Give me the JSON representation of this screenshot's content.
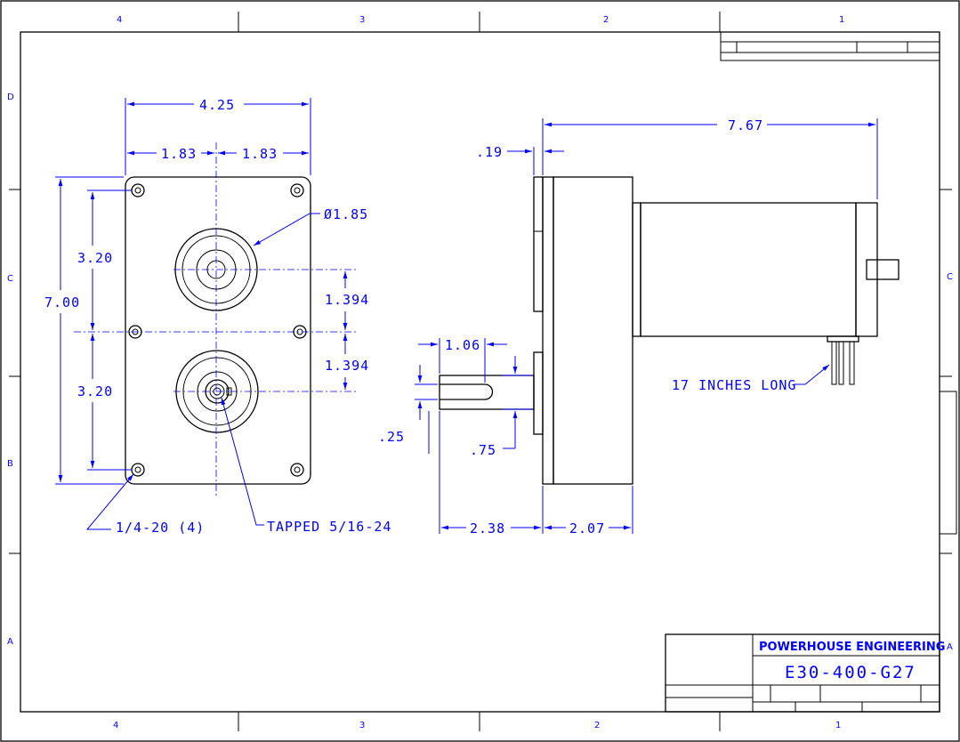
{
  "zones": {
    "top": [
      "4",
      "3",
      "2",
      "1"
    ],
    "bottom": [
      "4",
      "3",
      "2",
      "1"
    ],
    "left": [
      "D",
      "C",
      "B",
      "A"
    ],
    "right": [
      "C",
      "A"
    ]
  },
  "title_block": {
    "company": "POWERHOUSE ENGINEERING",
    "part_number": "E30-400-G27"
  },
  "front_view": {
    "width_overall": "4.25",
    "half_width_left": "1.83",
    "half_width_right": "1.83",
    "height_overall": "7.00",
    "upper_spacing": "3.20",
    "lower_spacing": "3.20",
    "upper_offset": "1.394",
    "lower_offset": "1.394",
    "boss_diameter": "Ø1.85",
    "mount_holes": "1/4-20 (4)",
    "tapped_note": "TAPPED 5/16-24"
  },
  "side_view": {
    "overall_length": "7.67",
    "flange_offset": ".19",
    "keyway_length": "1.06",
    "keyway_width": ".25",
    "shaft_diameter": ".75",
    "shaft_length": "2.38",
    "gearbox_length": "2.07",
    "lead_note": "17 INCHES LONG"
  },
  "colors": {
    "annotation": "#0000ff",
    "geometry": "#000000"
  }
}
